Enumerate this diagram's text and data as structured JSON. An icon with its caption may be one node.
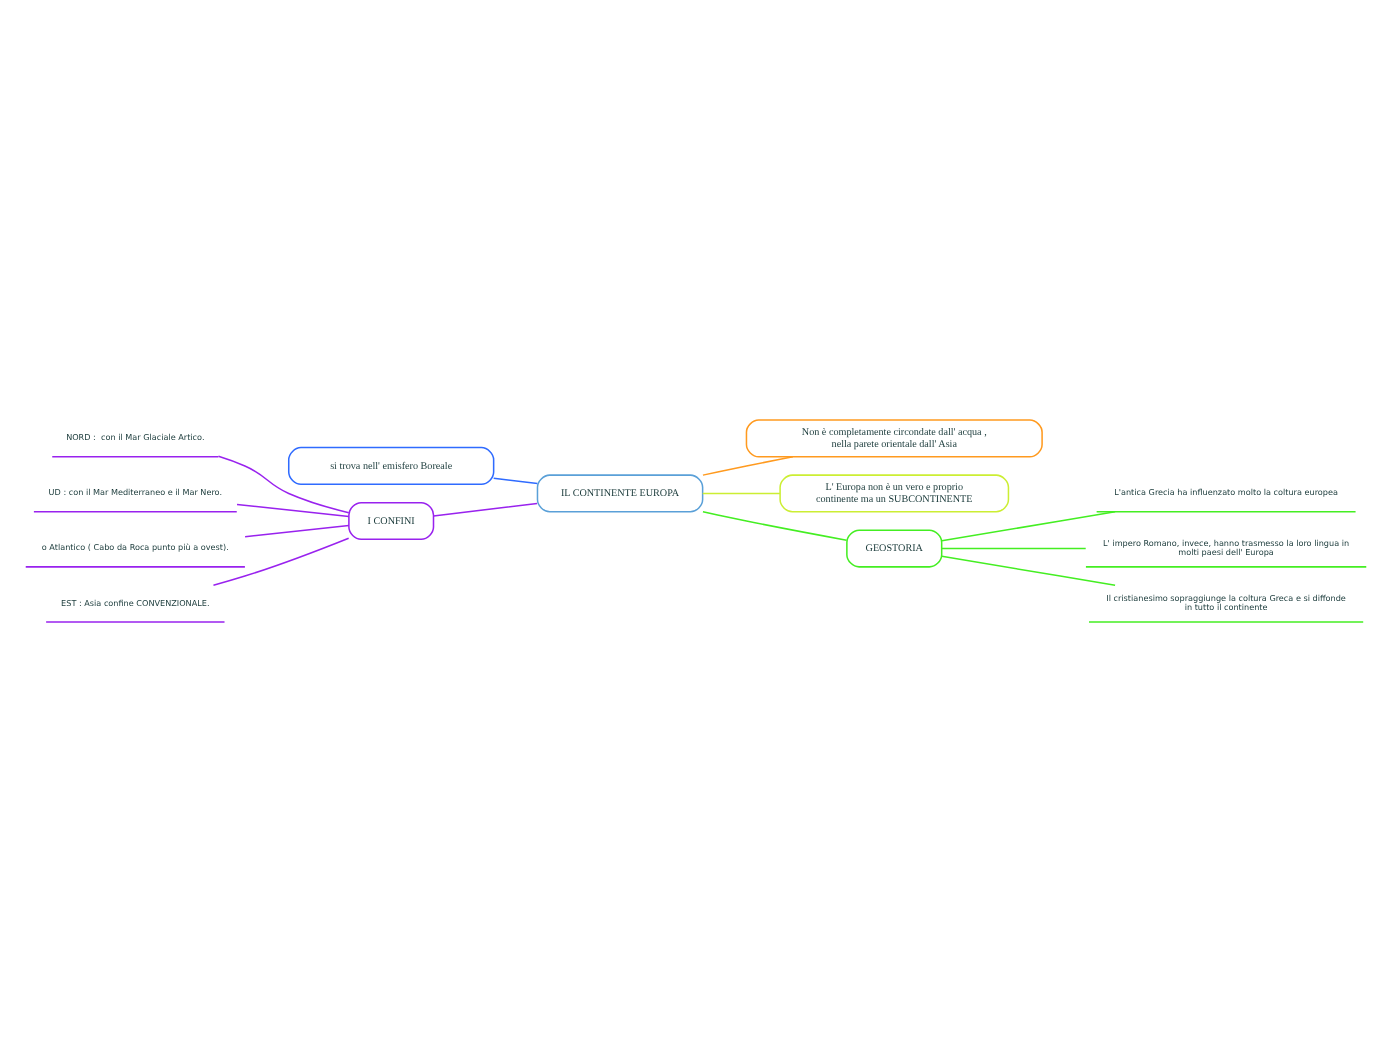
{
  "diagram": {
    "nodes": [
      {
        "text": [
          "IL CONTINENTE EUROPA"
        ]
      },
      {
        "text": [
          "si trova nell' emisfero Boreale"
        ]
      },
      {
        "text": [
          "Non è completamente circondate dall' acqua , nella parete orientale dall' Asia"
        ]
      },
      {
        "text": [
          "L' Europa non è un vero e proprio continente ma un SUBCONTINENTE"
        ]
      },
      {
        "text": [
          "GEOSTORIA"
        ]
      },
      {
        "text": [
          "L'antica Grecia ha influenzato molto la coltura europea"
        ]
      },
      {
        "text": [
          "L' impero Romano, invece, hanno trasmesso la loro lingua in molti paesi dell' Europa"
        ]
      },
      {
        "text": [
          "Il cristianesimo sopraggiunge la coltura Greca e si diffonde in tutto il continente"
        ]
      },
      {
        "text": [
          "I CONFINI"
        ]
      },
      {
        "text": [
          "NORD :  con il Mar Glaciale Artico."
        ]
      },
      {
        "text": [
          "UD : con il Mar Mediterraneo e il Mar Nero."
        ]
      },
      {
        "text": [
          "o Atlantico ( Cabo da Roca punto più a ovest)."
        ]
      },
      {
        "text": [
          "EST : Asia confine CONVENZIONALE."
        ]
      }
    ],
    "edges": [
      {
        "from": 0,
        "to": 1,
        "arrow": "none",
        "color": "#2f6bff"
      },
      {
        "from": 0,
        "to": 2,
        "arrow": "none",
        "color": "#ff9a1f"
      },
      {
        "from": 0,
        "to": 3,
        "arrow": "none",
        "color": "#ccee33"
      },
      {
        "from": 0,
        "to": 4,
        "arrow": "none",
        "color": "#44ee22"
      },
      {
        "from": 4,
        "to": 5,
        "arrow": "none",
        "color": "#44ee22"
      },
      {
        "from": 4,
        "to": 6,
        "arrow": "none",
        "color": "#44ee22"
      },
      {
        "from": 4,
        "to": 7,
        "arrow": "none",
        "color": "#44ee22"
      },
      {
        "from": 0,
        "to": 8,
        "arrow": "none",
        "color": "#9922ee"
      },
      {
        "from": 8,
        "to": 9,
        "arrow": "none",
        "color": "#9922ee"
      },
      {
        "from": 8,
        "to": 10,
        "arrow": "none",
        "color": "#9922ee"
      },
      {
        "from": 8,
        "to": 11,
        "arrow": "none",
        "color": "#9922ee"
      },
      {
        "from": 8,
        "to": 12,
        "arrow": "none",
        "color": "#9922ee"
      }
    ]
  }
}
